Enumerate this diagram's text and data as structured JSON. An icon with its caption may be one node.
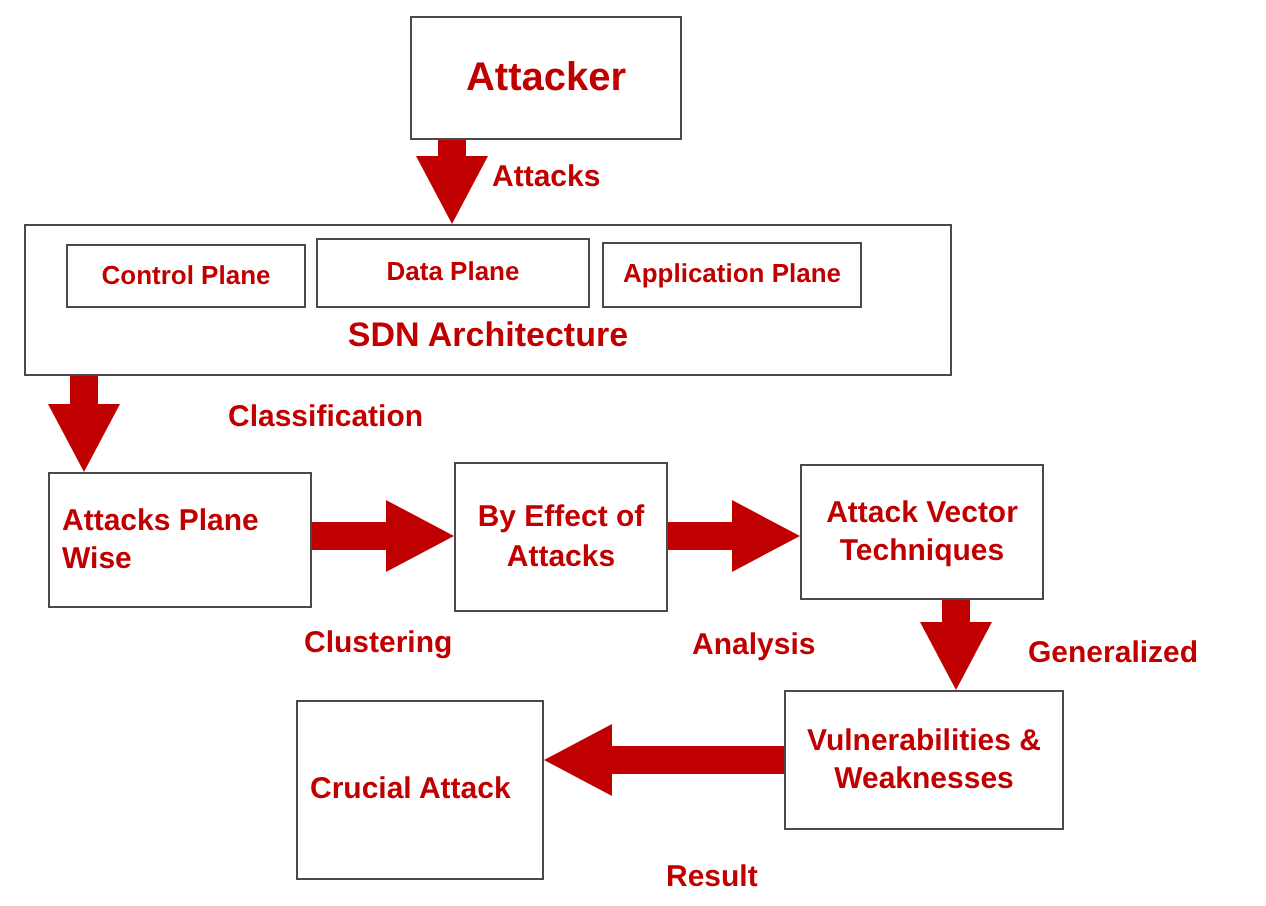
{
  "diagram": {
    "nodes": [
      {
        "text": [
          "Attacker"
        ]
      },
      {
        "text": [
          "SDN Architecture"
        ]
      },
      {
        "text": [
          "Control Plane"
        ],
        "in": 1
      },
      {
        "text": [
          "Data Plane"
        ],
        "in": 1
      },
      {
        "text": [
          "Application Plane"
        ],
        "in": 1
      },
      {
        "text": [
          "Attacks Plane Wise"
        ]
      },
      {
        "text": [
          "By Effect of Attacks"
        ]
      },
      {
        "text": [
          "Attack Vector Techniques"
        ]
      },
      {
        "text": [
          "Vulnerabilities & Weaknesses"
        ]
      },
      {
        "text": [
          "Crucial Attack"
        ]
      }
    ],
    "edges": [
      {
        "from": 0,
        "to": 1,
        "arrow": "to",
        "label": "Attacks"
      },
      {
        "from": 1,
        "to": 5,
        "arrow": "to",
        "label": "Classification"
      },
      {
        "from": 5,
        "to": 6,
        "arrow": "to",
        "label": "Clustering"
      },
      {
        "from": 6,
        "to": 7,
        "arrow": "to",
        "label": "Analysis"
      },
      {
        "from": 7,
        "to": 8,
        "arrow": "to",
        "label": "Generalized"
      },
      {
        "from": 8,
        "to": 9,
        "arrow": "to",
        "label": "Result"
      }
    ]
  }
}
